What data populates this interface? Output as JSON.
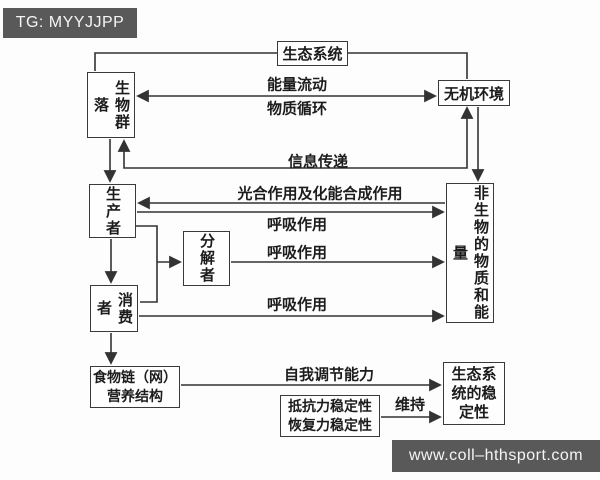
{
  "header": {
    "tag_label": "TG: MYYJJPP"
  },
  "footer": {
    "url_label": "www.coll–hthsport.com"
  },
  "diagram": {
    "boxes": {
      "ecosystem": "生态系统",
      "biotic_community": "生物群落",
      "inorganic_environment": "无机环境",
      "producer": "生产者",
      "decomposer": "分解者",
      "consumer": "消费者",
      "abiotic_matter_energy": "非生物的物质和能量",
      "food_chain": {
        "line1": "食物链（网）",
        "line2": "营养结构"
      },
      "stability_types": {
        "line1": "抵抗力稳定性",
        "line2": "恢复力稳定性"
      },
      "ecosystem_stability": "生态系统的稳定性"
    },
    "edge_labels": {
      "energy_flow": "能量流动",
      "matter_cycle": "物质循环",
      "information_transfer": "信息传递",
      "photosynthesis_chemosynthesis": "光合作用及化能合成作用",
      "respiration": "呼吸作用",
      "self_regulation": "自我调节能力",
      "maintain": "维持"
    },
    "colors": {
      "bar_background": "#595959",
      "bar_text": "#f5f5f5",
      "line": "#333333",
      "box_border": "#3a3a3a",
      "canvas_background": "#fdfdfd"
    }
  }
}
